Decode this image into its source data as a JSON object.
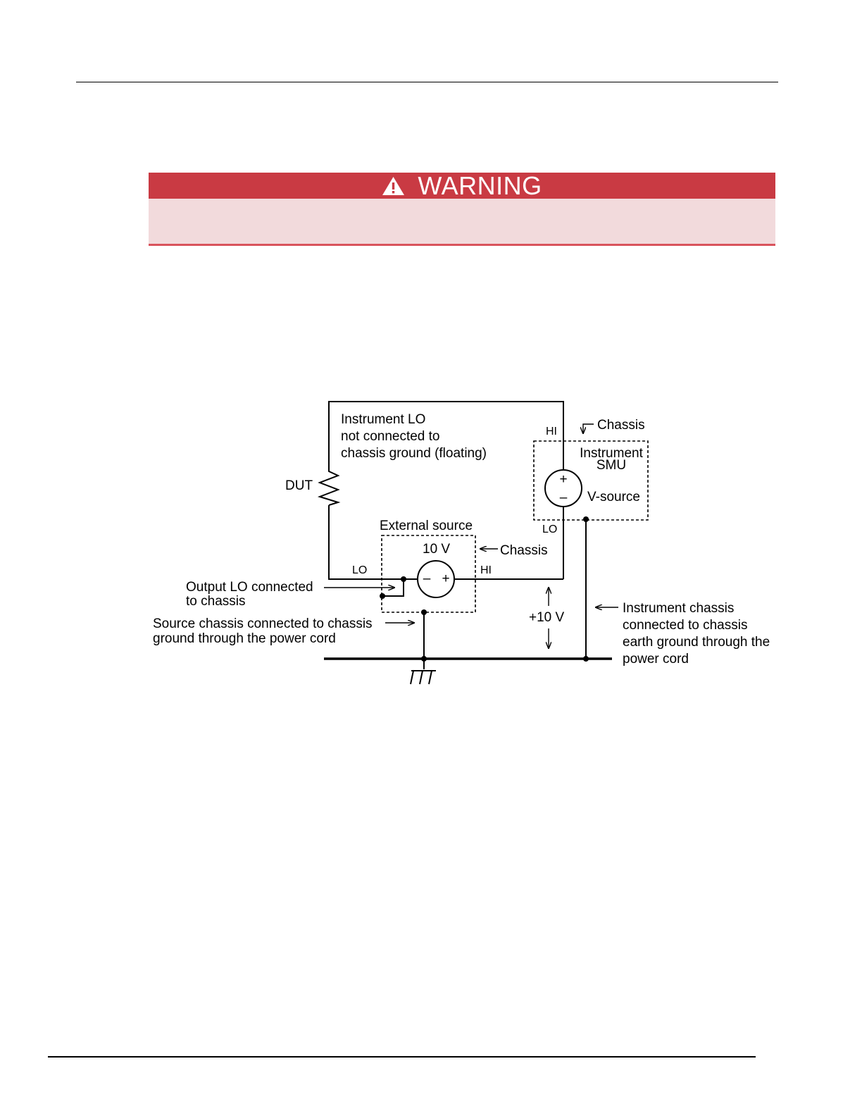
{
  "warning": {
    "title": "WARNING",
    "icon": "warning-triangle-icon",
    "header_color": "#c93a43",
    "body_color": "#f2dadc"
  },
  "diagram": {
    "instrument_lo_note": [
      "Instrument LO",
      "not connected to",
      "chassis ground (floating)"
    ],
    "hi_top": "HI",
    "chassis_top": "Chassis",
    "instrument_smu": [
      "Instrument",
      "SMU"
    ],
    "smu_plus": "+",
    "smu_minus": "–",
    "v_source": "V-source",
    "lo_smu": "LO",
    "dut": "DUT",
    "external_source": "External source",
    "ext_voltage": "10 V",
    "chassis_ext": "Chassis",
    "lo_ext": "LO",
    "hi_ext": "HI",
    "ext_minus": "–",
    "ext_plus": "+",
    "output_lo": [
      "Output LO connected",
      "to chassis"
    ],
    "source_chassis": [
      "Source chassis connected to chassis",
      "ground through the power cord"
    ],
    "plus_10v": "+10 V",
    "instrument_chassis": [
      "Instrument chassis",
      "connected to chassis",
      "earth ground through the",
      "power cord"
    ]
  }
}
